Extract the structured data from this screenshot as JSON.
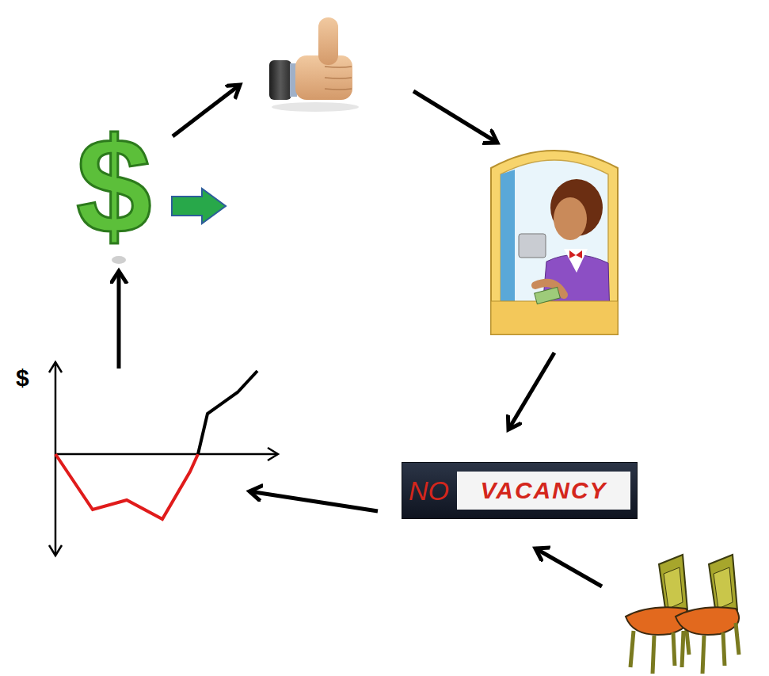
{
  "diagram": {
    "nodes": [
      {
        "text": [
          "NO",
          "VACANCY"
        ]
      }
    ],
    "labels": [
      "$",
      "$"
    ]
  }
}
